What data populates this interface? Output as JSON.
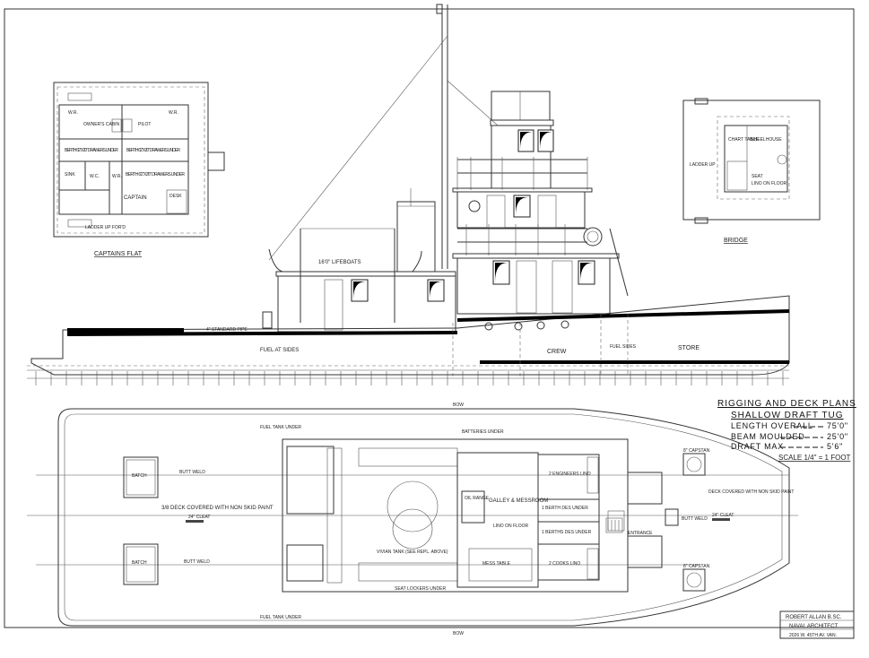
{
  "title_block": {
    "title": "RIGGING AND DECK PLANS",
    "subtitle": "SHALLOW DRAFT TUG",
    "specs": [
      {
        "label": "LENGTH OVERALL",
        "value": "75'0\""
      },
      {
        "label": "BEAM MOULDED",
        "value": "25'0\""
      },
      {
        "label": "DRAFT MAX",
        "value": "5'6\""
      }
    ],
    "scale": "SCALE 1/4\" = 1 FOOT"
  },
  "signature": {
    "name": "ROBERT ALLAN B.Sc.",
    "role": "NAVAL ARCHITECT",
    "address": "2026 W. 45th Av. Van."
  },
  "captains_flat": {
    "caption": "CAPTAINS FLAT",
    "labels": [
      "W.R.",
      "OWNER'S CABIN",
      "PILOT",
      "W.R.",
      "BERTH 6'2\"x2'0\" DRAWERS UNDER",
      "BERTH 6'2\"x2'0\" DRAWERS UNDER",
      "SINK",
      "W.C.",
      "W.R.",
      "BERTH 6'2\"x2'6\" DRAWERS UNDER",
      "CAPTAIN",
      "DESK",
      "LADDER UP FOR'D"
    ]
  },
  "bridge": {
    "caption": "BRIDGE",
    "labels": [
      "CHART TABLE",
      "WHEELHOUSE",
      "SEAT",
      "LINO ON FLOOR",
      "LADDER UP"
    ]
  },
  "profile": {
    "labels": [
      "16'0\" LIFEBOATS",
      "4\" STANDARD PIPE",
      "FUEL AT SIDES",
      "CREW",
      "FUEL SIDES",
      "STORE"
    ]
  },
  "deck_plan": {
    "labels": [
      "BATCH",
      "BATCH",
      "3/8 DECK COVERED WITH NON SKID PAINT",
      "BUTT WELD",
      "BUTT WELD",
      "24\" CLEAT",
      "FUEL TANK UNDER",
      "FUEL TANK UNDER",
      "BATTERIES UNDER",
      "OIL RANGE",
      "GALLEY & MESSROOM",
      "LINO ON FLOOR",
      "MESS TABLE",
      "VIVIAN TANK (SEE REPL. ABOVE)",
      "2 ENGINEERS LINO",
      "1 BERTH DES UNDER",
      "1 BERTHS DES UNDER",
      "2 COOKS LINO",
      "DECK COVERED WITH NON SKID PAINT",
      "8\" CAPSTAN",
      "8\" CAPSTAN",
      "BUTT WELD",
      "24\" CLEAT",
      "SEAT LOCKERS UNDER",
      "ENTRANCE",
      "BOW",
      "BOW"
    ]
  }
}
